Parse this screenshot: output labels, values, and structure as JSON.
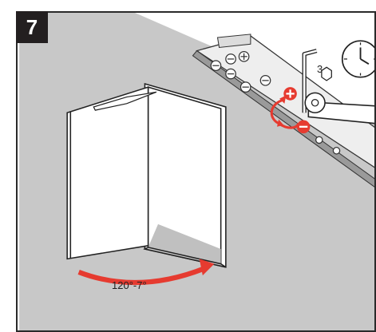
{
  "step": {
    "number": "7"
  },
  "tool": {
    "hex_size": "3",
    "icon": "hex-key-icon"
  },
  "adjustment": {
    "icons": [
      "plus-icon",
      "minus-icon",
      "rotate-arrow-icon"
    ]
  },
  "clock": {
    "icon": "clock-icon"
  },
  "door": {
    "angle_label": "120°-7°"
  },
  "colors": {
    "wall": "#c9c9c9",
    "accent_red": "#e63b30",
    "badge": "#231f20"
  }
}
